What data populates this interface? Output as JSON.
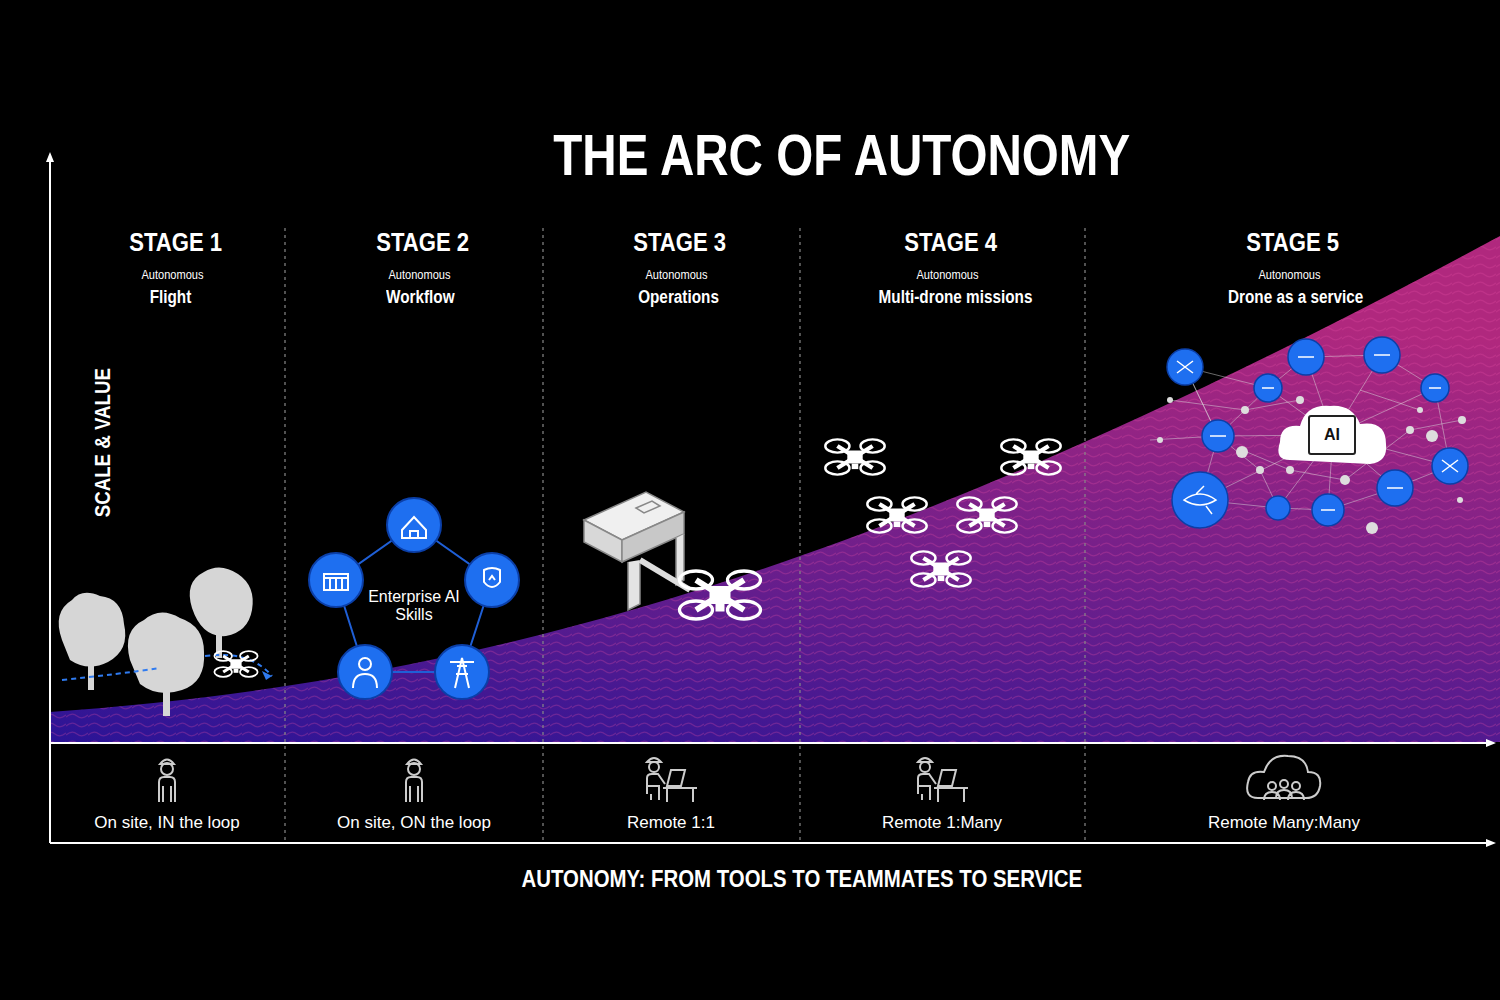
{
  "diagram": {
    "title": "THE ARC OF AUTONOMY",
    "caption": "AUTONOMY: FROM TOOLS TO TEAMMATES TO SERVICE",
    "nodes": [
      {
        "text": [
          "AI"
        ]
      }
    ],
    "labels": [
      "SCALE & VALUE",
      "STAGE 1",
      "Autonomous",
      "Flight",
      "STAGE 2",
      "Autonomous",
      "Workflow",
      "STAGE 3",
      "Autonomous",
      "Operations",
      "STAGE 4",
      "Autonomous",
      "Multi-drone missions",
      "STAGE 5",
      "Autonomous",
      "Drone as a service",
      "Enterprise AI Skills",
      "On site, IN the loop",
      "On site, ON the loop",
      "Remote 1:1",
      "Remote 1:Many",
      "Remote Many:Many"
    ]
  }
}
